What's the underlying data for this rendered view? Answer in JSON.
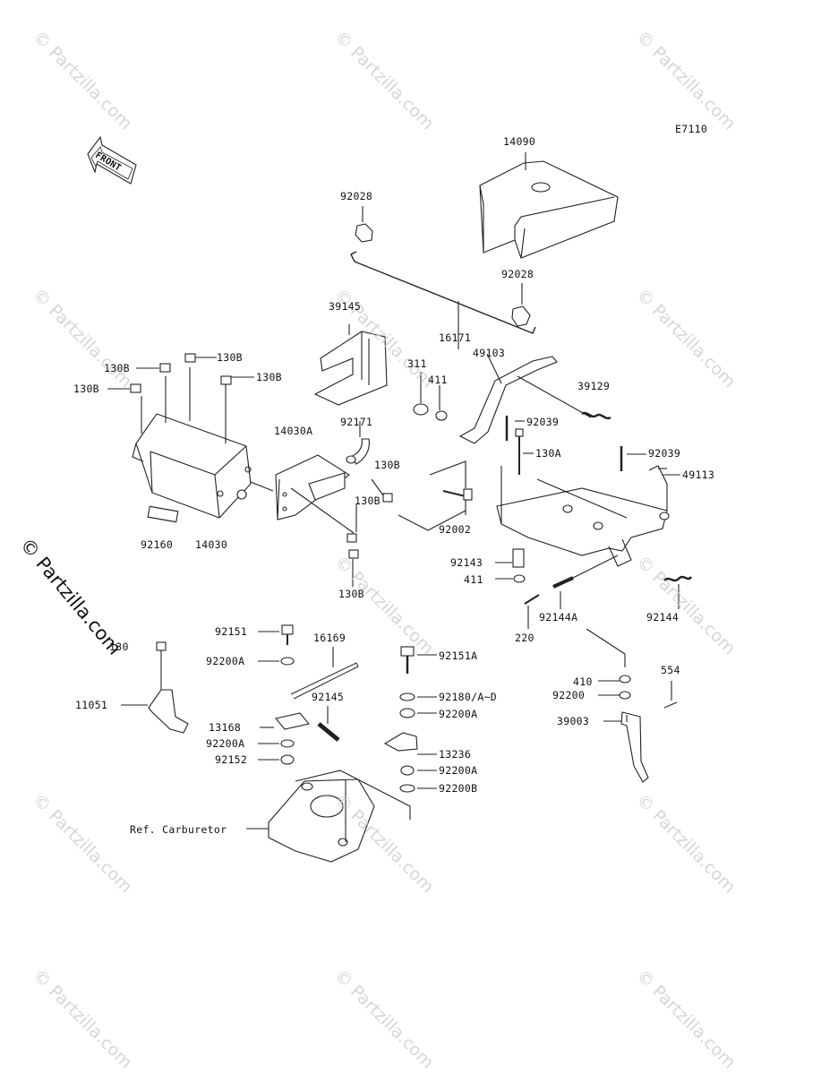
{
  "diagram_code": "E7110",
  "front_label": "FRONT",
  "watermark_text": "© Partzilla.com",
  "side_watermark_text": "© Partzilla.com",
  "ref_carburetor": "Ref. Carburetor",
  "parts": {
    "p14090": "14090",
    "p92028_top": "92028",
    "p92028_mid": "92028",
    "p16171": "16171",
    "p39145": "39145",
    "p311": "311",
    "p411_top": "411",
    "p49103": "49103",
    "p39129": "39129",
    "p130B_a": "130B",
    "p130B_b": "130B",
    "p130B_c": "130B",
    "p130B_d": "130B",
    "p92171": "92171",
    "p92039_a": "92039",
    "p14030A": "14030A",
    "p130B_e": "130B",
    "p130A": "130A",
    "p92039_b": "92039",
    "p49113": "49113",
    "p130B_f": "130B",
    "p92160": "92160",
    "p14030": "14030",
    "p92002": "92002",
    "p92143": "92143",
    "p411_mid": "411",
    "p130B_g": "130B",
    "p92144A": "92144A",
    "p92144": "92144",
    "p220": "220",
    "p130_left": "130",
    "p92151": "92151",
    "p16169": "16169",
    "p92200A_a": "92200A",
    "p92151A": "92151A",
    "p11051": "11051",
    "p92145": "92145",
    "p92180": "92180/A~D",
    "p92200A_b": "92200A",
    "p410": "410",
    "p554": "554",
    "p92200": "92200",
    "p39003": "39003",
    "p13168": "13168",
    "p13236": "13236",
    "p92200A_c": "92200A",
    "p92152": "92152",
    "p92200A_d": "92200A",
    "p92200B": "92200B"
  }
}
